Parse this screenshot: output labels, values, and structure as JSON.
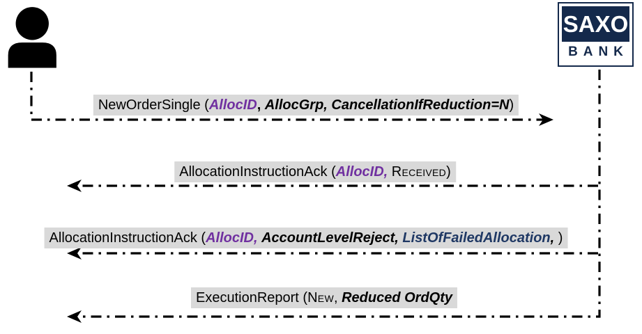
{
  "diagram": {
    "kind": "fix-message-sequence",
    "actors": {
      "client": {
        "icon": "person-icon"
      },
      "bank": {
        "logo_top": "SAXO",
        "logo_bottom": "BANK"
      }
    },
    "messages": [
      {
        "name": "new-order-single",
        "direction": "client-to-bank",
        "segments": [
          {
            "text": "NewOrderSingle (",
            "style": "plain"
          },
          {
            "text": "AllocID",
            "style": "purple"
          },
          {
            "text": ", ",
            "style": "bold"
          },
          {
            "text": "AllocGrp, CancellationIfReduction=N",
            "style": "bolditalic"
          },
          {
            "text": ")",
            "style": "plain"
          }
        ]
      },
      {
        "name": "allocation-instruction-ack-received",
        "direction": "bank-to-client",
        "segments": [
          {
            "text": "AllocationInstructionAck (",
            "style": "plain"
          },
          {
            "text": "AllocID,",
            "style": "purple"
          },
          {
            "text": " ",
            "style": "plain"
          },
          {
            "text": "Received",
            "style": "smallcaps"
          },
          {
            "text": ")",
            "style": "plain"
          }
        ]
      },
      {
        "name": "allocation-instruction-ack-reject",
        "direction": "bank-to-client",
        "segments": [
          {
            "text": "AllocationInstructionAck (",
            "style": "plain"
          },
          {
            "text": "AllocID,",
            "style": "purple"
          },
          {
            "text": " ",
            "style": "plain"
          },
          {
            "text": "AccountLevelReject,",
            "style": "bolditalic"
          },
          {
            "text": " ",
            "style": "plain"
          },
          {
            "text": "ListOfFailedAllocation",
            "style": "navy"
          },
          {
            "text": ",",
            "style": "bolditalic"
          },
          {
            "text": " )",
            "style": "plain"
          }
        ]
      },
      {
        "name": "execution-report",
        "direction": "bank-to-client",
        "segments": [
          {
            "text": "ExecutionReport (",
            "style": "plain"
          },
          {
            "text": "New",
            "style": "smallcaps"
          },
          {
            "text": ", ",
            "style": "plain"
          },
          {
            "text": "Reduced OrdQty",
            "style": "bolditalic"
          }
        ]
      }
    ],
    "colors": {
      "brand_navy": "#14294B",
      "highlight_purple": "#7030A0",
      "highlight_navy_text": "#1F3864",
      "label_background": "#D9D9D9",
      "line_color": "#000000"
    }
  }
}
